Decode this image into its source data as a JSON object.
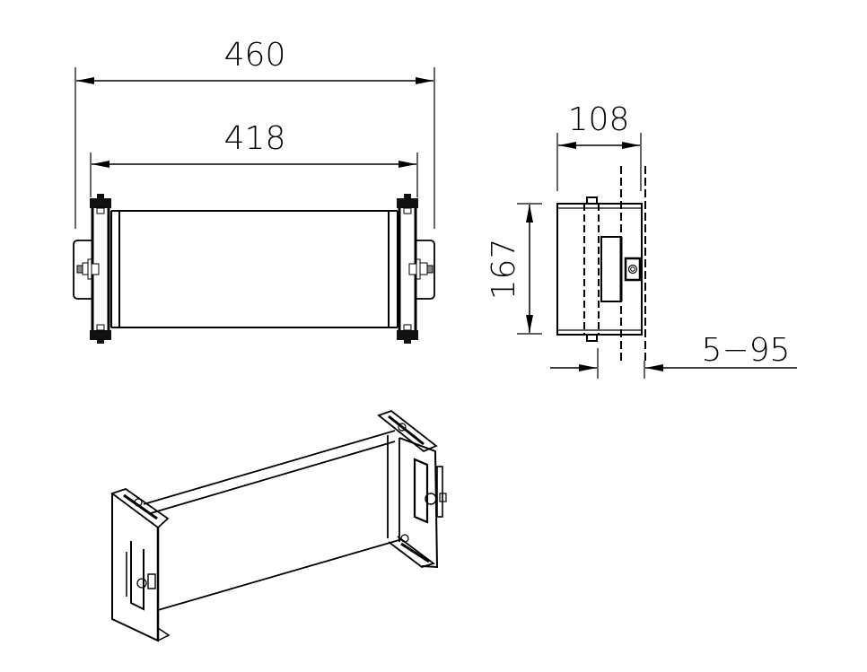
{
  "drawing": {
    "type": "technical-drawing",
    "units": "mm",
    "colors": {
      "line": "#000000",
      "background": "#ffffff",
      "hardware_fill": "#222222"
    },
    "views": {
      "front": {
        "dimensions": {
          "overall_width": "460",
          "inner_width": "418"
        }
      },
      "side": {
        "dimensions": {
          "depth": "108",
          "height": "167",
          "wall_gap": "5−95"
        }
      },
      "isometric": {
        "label": ""
      }
    }
  }
}
